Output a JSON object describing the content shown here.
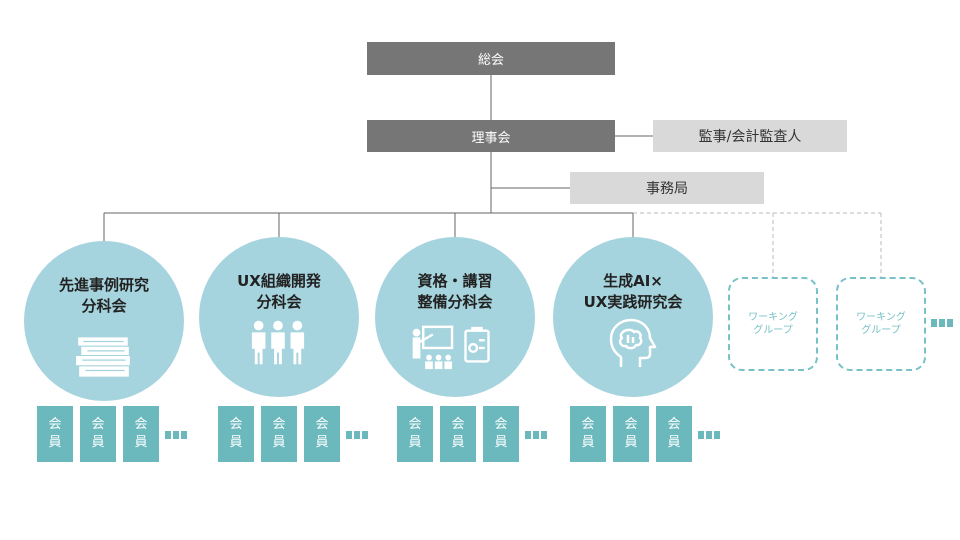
{
  "top": {
    "general_meeting": "総会",
    "board": "理事会",
    "auditor": "監事/会計監査人",
    "secretariat": "事務局"
  },
  "subcommittees": [
    {
      "line1": "先進事例研究",
      "line2": "分科会",
      "icon": "books-icon"
    },
    {
      "line1": "UX組織開発",
      "line2": "分科会",
      "icon": "people-group-icon"
    },
    {
      "line1": "資格・講習",
      "line2": "整備分科会",
      "icon": "teacher-certificate-icon"
    },
    {
      "line1": "生成AI×",
      "line2": "UX実践研究会",
      "icon": "ai-brain-head-icon"
    }
  ],
  "working_groups": [
    {
      "line1": "ワーキング",
      "line2": "グループ"
    },
    {
      "line1": "ワーキング",
      "line2": "グループ"
    }
  ],
  "member": {
    "char1": "会",
    "char2": "員"
  },
  "colors": {
    "dark_box": "#767676",
    "light_box": "#d9d9d9",
    "circle": "#a6d4de",
    "member": "#6bb8bd",
    "working_group": "#78c1c7"
  }
}
